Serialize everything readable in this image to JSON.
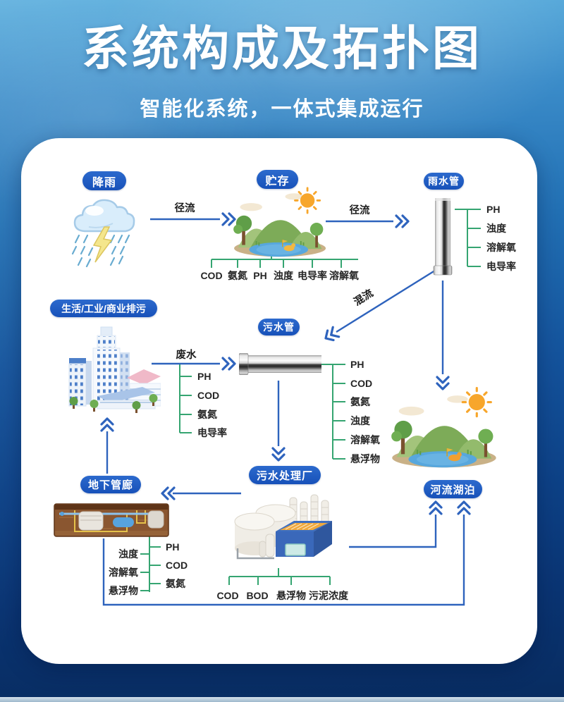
{
  "header": {
    "title": "系统构成及拓扑图",
    "subtitle": "智能化系统，一体式集成运行"
  },
  "colors": {
    "badge_blue": "#1d5bc4",
    "line_blue": "#2e63bd",
    "bracket_green": "#35a571",
    "ocean_top": "#55a5d8",
    "ocean_bottom": "#082c60",
    "panel_white": "#ffffff"
  },
  "nodes": {
    "rainfall": {
      "label": "降雨",
      "icon": "rain-cloud-icon"
    },
    "storage": {
      "label": "贮存",
      "icon": "mountain-lake-icon",
      "params": [
        "COD",
        "氨氮",
        "PH",
        "浊度",
        "电导率",
        "溶解氧"
      ]
    },
    "rain_pipe": {
      "label": "雨水管",
      "icon": "vertical-pipe-icon",
      "params": [
        "PH",
        "浊度",
        "溶解氧",
        "电导率"
      ]
    },
    "sewage_source": {
      "label": "生活/工业/商业排污",
      "icon": "city-buildings-icon"
    },
    "sewage_pipe": {
      "label": "污水管",
      "icon": "horizontal-pipe-icon",
      "params": [
        "PH",
        "COD",
        "氨氮",
        "浊度",
        "溶解氧",
        "悬浮物"
      ]
    },
    "treatment_plant": {
      "label": "污水处理厂",
      "icon": "treatment-plant-icon",
      "params": [
        "COD",
        "BOD",
        "悬浮物",
        "污泥浓度"
      ]
    },
    "underground_gallery": {
      "label": "地下管廊",
      "icon": "underground-gallery-icon",
      "params_left": [
        "浊度",
        "溶解氧",
        "悬浮物"
      ],
      "params_right": [
        "PH",
        "COD",
        "氨氮"
      ]
    },
    "river_lake": {
      "label": "河流湖泊",
      "icon": "mountain-lake-icon"
    }
  },
  "edges": {
    "rainfall_to_storage": {
      "label": "径流"
    },
    "storage_to_rain_pipe": {
      "label": "径流"
    },
    "rain_pipe_to_sewage_pipe": {
      "label": "混流"
    },
    "source_to_sewage_pipe": {
      "label": "废水",
      "params": [
        "PH",
        "COD",
        "氨氮",
        "电导率"
      ]
    }
  }
}
